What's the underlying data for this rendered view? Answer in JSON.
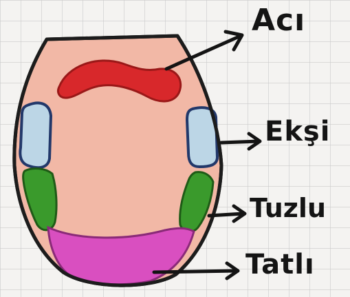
{
  "labels": {
    "aci": "Acı",
    "eksi": "Ekşi",
    "tuzlu": "Tuzlu",
    "tatli": "Tatlı"
  },
  "colors": {
    "paper": "#f4f3f1",
    "grid": "#c9c9c9",
    "tongue": "#f2b8a6",
    "outline": "#1c1c1c",
    "aci_red": "#d8282b",
    "eksi_blue": "#bcd6e6",
    "tuzlu_green": "#3a9a2c",
    "tatli_pink": "#d94fc0"
  }
}
